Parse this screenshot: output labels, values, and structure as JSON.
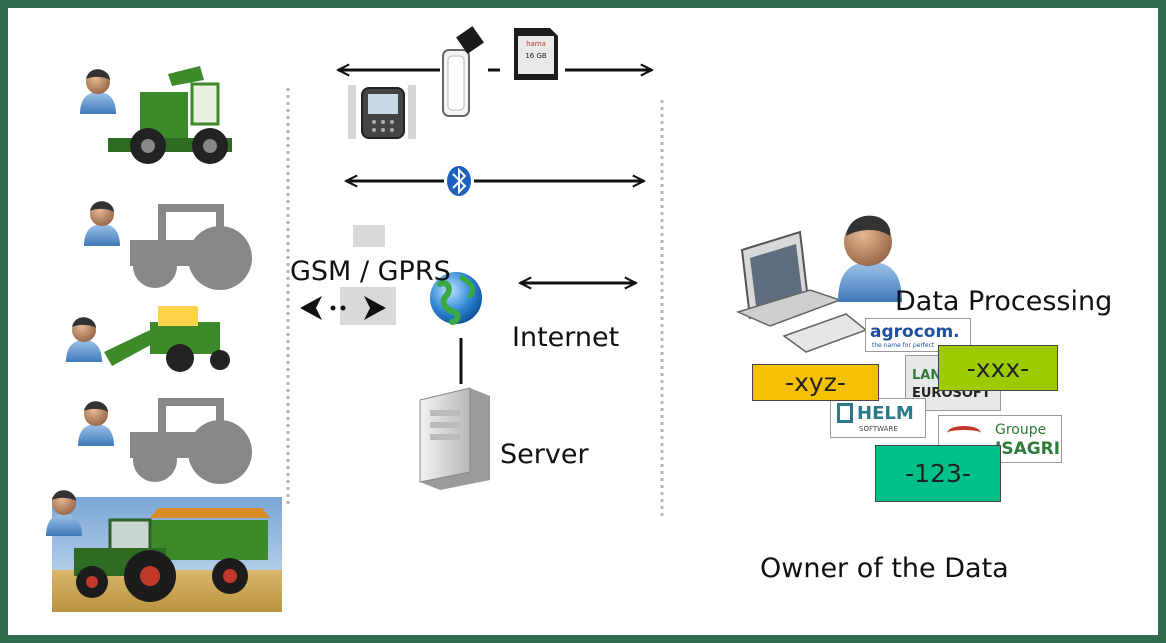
{
  "labels": {
    "gsm": "GSM / GPRS",
    "internet": "Internet",
    "server": "Server",
    "data_processing": "Data Processing",
    "owner": "Owner of the Data"
  },
  "software_tags": [
    {
      "text": "-xyz-",
      "color": "#f5c000"
    },
    {
      "text": "-xxx-",
      "color": "#9ccc00"
    },
    {
      "text": "-123-",
      "color": "#00c08a"
    }
  ],
  "logos": {
    "agrocom": "agrocom.",
    "agrocom_tagline": "the name for perfect",
    "land": "LAND",
    "eurosoft": "EUROSOFT",
    "helm": "HELM",
    "helm_sub": "SOFTWARE",
    "groupe": "Groupe",
    "isagri": "ISAGRI"
  },
  "sd_card": {
    "brand": "hama",
    "capacity": "16 GB"
  },
  "colors": {
    "frame": "#2e6b4f",
    "tractor_green": "#3d8a2a",
    "tractor_gray": "#888888",
    "bluetooth": "#1f5fbf"
  },
  "icons": [
    "user-icon",
    "forage-harvester-icon",
    "tractor-silhouette-icon",
    "combine-harvester-icon",
    "tractor-photo-icon",
    "usb-stick-icon",
    "sd-card-icon",
    "mobile-phone-icon",
    "bluetooth-icon",
    "globe-icon",
    "server-icon",
    "desktop-computer-icon"
  ]
}
